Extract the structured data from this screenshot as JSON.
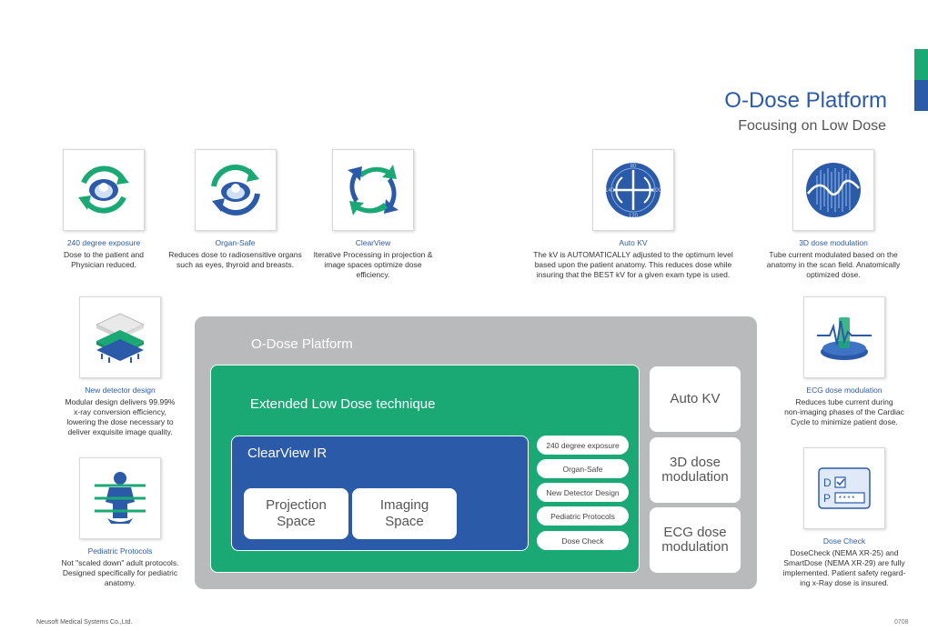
{
  "header": {
    "title": "O-Dose Platform",
    "subtitle": "Focusing on Low Dose"
  },
  "features": {
    "exposure_240": {
      "icon": "rotation-exposure-icon",
      "title": "240 degree exposure",
      "desc": [
        "Dose to the patient and",
        "Physician reduced."
      ]
    },
    "organ_safe": {
      "icon": "organ-safe-icon",
      "title": "Organ-Safe",
      "desc": [
        "Reduces dose to radiosensitive organs",
        "such as eyes, thyroid and breasts."
      ]
    },
    "clearview": {
      "icon": "clearview-cycle-icon",
      "title": "ClearView",
      "desc": [
        "Iterative Processing in projection &",
        "image spaces optimize dose",
        "efficiency."
      ]
    },
    "auto_kv": {
      "icon": "kv-dial-icon",
      "title": "Auto KV",
      "desc": [
        "The kV is AUTOMATICALLY adjusted to the optimum level",
        "based upon the patient anatomy. This reduces dose while",
        "insuring that the BEST kV for a given exam type is used."
      ],
      "dial_labels": [
        "80",
        "100",
        "120",
        "140"
      ]
    },
    "dose_3d": {
      "icon": "dose-modulation-wave-icon",
      "title": "3D dose modulation",
      "desc": [
        "Tube current modulated based on the",
        "anatomy in the scan field. Anatomically",
        "optimized dose."
      ]
    },
    "detector": {
      "icon": "detector-layers-icon",
      "title": "New detector design",
      "desc": [
        "Modular design delivers 99.99%",
        "x-ray conversion efficiency,",
        "lowering the dose necessary to",
        "deliver exquisite image quality."
      ]
    },
    "ecg": {
      "icon": "ecg-heart-icon",
      "title": "ECG dose modulation",
      "desc": [
        "Reduces tube current during",
        "non-imaging phases of the Cardiac",
        "Cycle to minimize patient dose."
      ]
    },
    "pediatric": {
      "icon": "pediatric-patient-icon",
      "title": "Pediatric Protocols",
      "desc": [
        "Not \"scaled down\" adult protocols.",
        "Designed specifically for pediatric",
        "anatomy."
      ]
    },
    "dose_check": {
      "icon": "dose-check-form-icon",
      "title": "Dose Check",
      "desc": [
        "DoseCheck (NEMA XR-25) and",
        "SmartDose (NEMA XR-29) are fully",
        "implemented. Patient safety regard-",
        "ing x-Ray dose is insured."
      ],
      "letters": [
        "D",
        "P"
      ],
      "dots": "****"
    }
  },
  "diagram": {
    "platform_title": "O-Dose Platform",
    "extended_title": "Extended Low Dose technique",
    "clearview_title": "ClearView IR",
    "projection_space": [
      "Projection",
      "Space"
    ],
    "imaging_space": [
      "Imaging",
      "Space"
    ],
    "pills": [
      "240 degree exposure",
      "Organ-Safe",
      "New Detector Design",
      "Pediatric Protocols",
      "Dose Check"
    ],
    "side_boxes": {
      "auto_kv": [
        "Auto KV"
      ],
      "dose_3d": [
        "3D dose",
        "modulation"
      ],
      "ecg": [
        "ECG dose",
        "modulation"
      ]
    }
  },
  "footer": {
    "company": "Neusoft Medical Systems Co.,Ltd.",
    "page": "0708"
  },
  "colors": {
    "green": "#1aa874",
    "blue": "#2b5ba8",
    "gray": "#b9babc"
  }
}
